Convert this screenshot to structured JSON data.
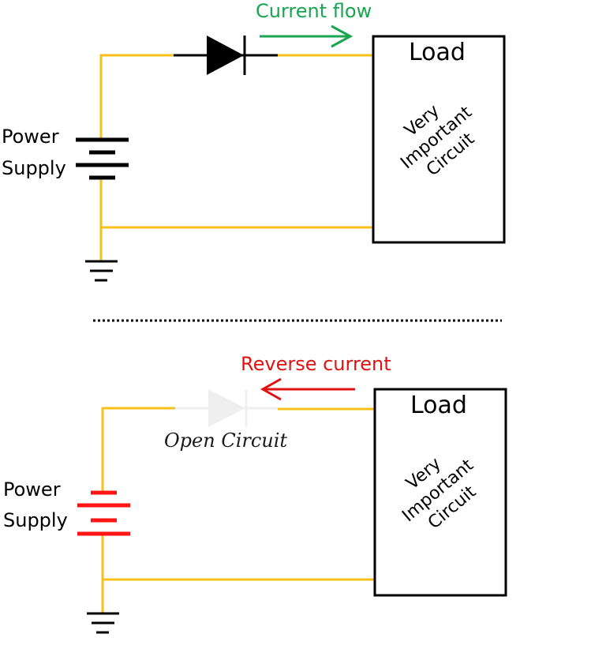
{
  "colors": {
    "wire": "#f7c11a",
    "black": "#000000",
    "forward_arrow": "#1aa550",
    "reverse_arrow": "#e01212",
    "reverse_battery": "#ff1414",
    "disabled_diode": "#efefef"
  },
  "top": {
    "arrow_label": "Current flow",
    "supply_line1": "Power",
    "supply_line2": "Supply",
    "load_title": "Load",
    "load_line1": "Very",
    "load_line2": "Important",
    "load_line3": "Circuit"
  },
  "separator": "dotted",
  "bottom": {
    "arrow_label": "Reverse current",
    "diode_state_label": "Open Circuit",
    "supply_line1": "Power",
    "supply_line2": "Supply",
    "load_title": "Load",
    "load_line1": "Very",
    "load_line2": "Important",
    "load_line3": "Circuit"
  }
}
